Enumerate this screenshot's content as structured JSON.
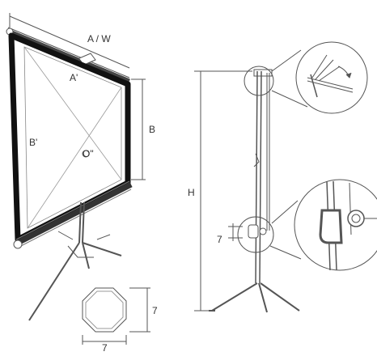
{
  "labels": {
    "aw": "A / W",
    "a_prime": "A'",
    "b": "B",
    "b_prime": "B'",
    "diag": "O\"",
    "h": "H",
    "base_side": "7",
    "base_bottom": "7",
    "clamp_dim": "7"
  },
  "colors": {
    "line": "#555555",
    "frame": "#111111",
    "bg": "#ffffff"
  }
}
